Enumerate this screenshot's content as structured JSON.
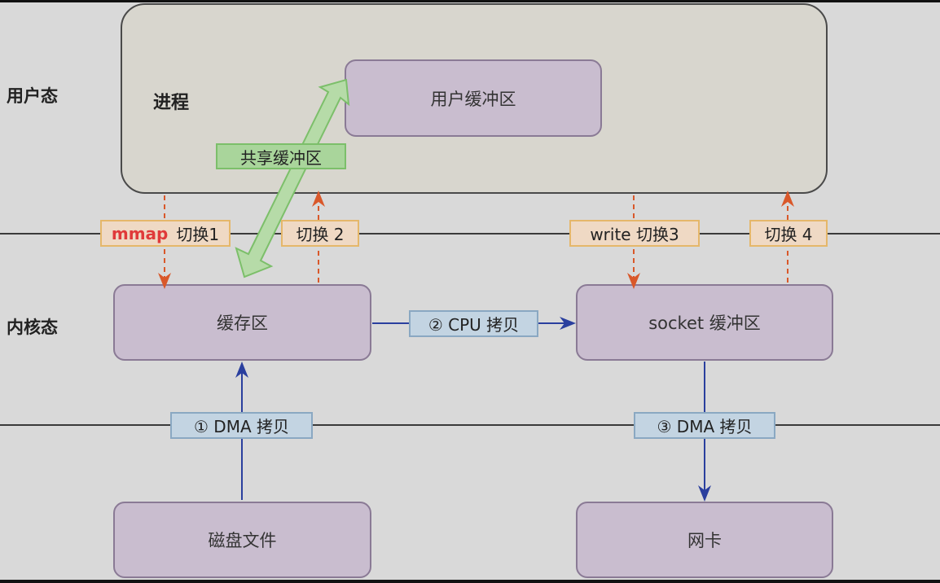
{
  "zones": {
    "user": "用户态",
    "kernel": "内核态"
  },
  "process": {
    "title": "进程",
    "user_buffer": "用户缓冲区"
  },
  "shared_buffer_label": "共享缓冲区",
  "kernel_boxes": {
    "page_cache": "缓存区",
    "socket_buffer": "socket 缓冲区"
  },
  "devices": {
    "disk": "磁盘文件",
    "nic": "网卡"
  },
  "switches": [
    {
      "prefix": "mmap",
      "label": "切换1"
    },
    {
      "prefix": "",
      "label": "切换 2"
    },
    {
      "prefix": "",
      "label": "write 切换3"
    },
    {
      "prefix": "",
      "label": "切换 4"
    }
  ],
  "copies": {
    "dma1": "① DMA 拷贝",
    "cpu2": "② CPU 拷贝",
    "dma3": "③ DMA 拷贝"
  },
  "colors": {
    "switch_arrow": "#d9582a",
    "copy_arrow": "#2a3f9e",
    "shared_arrow": "#a9d59b",
    "mmap_text": "#e03a3a"
  }
}
